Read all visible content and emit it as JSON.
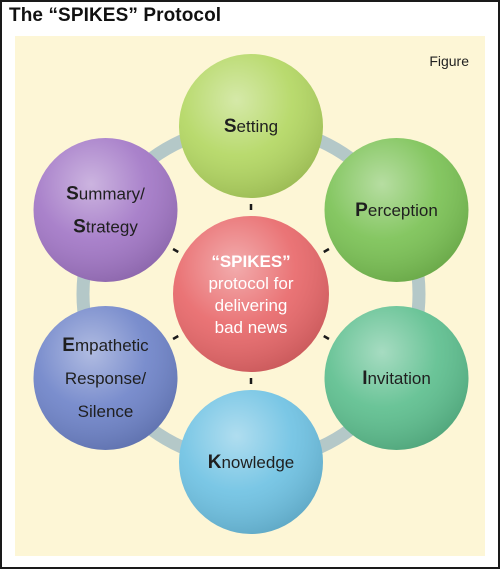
{
  "title": "The “SPIKES” Protocol",
  "figure_label": "Figure",
  "center": {
    "lines": [
      "“SPIKES”",
      "protocol for",
      "delivering",
      "bad news"
    ],
    "color": "#e8686a"
  },
  "ring_color": "#b4c8c8",
  "steps": [
    {
      "first": "S",
      "lines": [
        "etting"
      ],
      "color": "#b3d762",
      "full": "Setting"
    },
    {
      "first": "P",
      "lines": [
        "erception"
      ],
      "color": "#7bc255",
      "full": "Perception"
    },
    {
      "first": "I",
      "lines": [
        "nvitation"
      ],
      "color": "#5ebf8f",
      "full": "Invitation"
    },
    {
      "first": "K",
      "lines": [
        "nowledge"
      ],
      "color": "#6fc2e3",
      "full": "Knowledge"
    },
    {
      "first": "E",
      "lines": [
        "mpathetic",
        "Response/",
        "Silence"
      ],
      "color": "#6f84c9",
      "full": "Empathetic Response/ Silence"
    },
    {
      "first": "S",
      "lines": [
        "ummary/",
        "Strategy"
      ],
      "color": "#a277c6",
      "full": "Summary/ Strategy"
    }
  ]
}
